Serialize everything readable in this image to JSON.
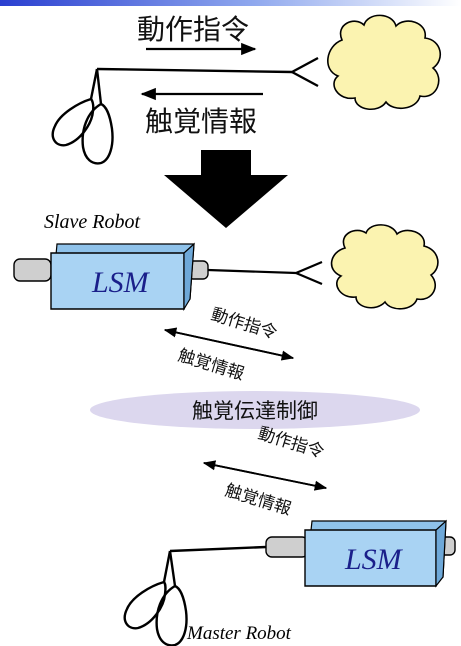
{
  "top": {
    "motion_command": "動作指令",
    "haptic_info": "触覚情報"
  },
  "slave": {
    "caption": "Slave Robot",
    "actuator_label": "LSM",
    "motion_command": "動作指令",
    "haptic_info": "触覚情報"
  },
  "center": {
    "label": "触覚伝達制御"
  },
  "master": {
    "caption": "Master Robot",
    "actuator_label": "LSM",
    "motion_command": "動作指令",
    "haptic_info": "触覚情報"
  },
  "colors": {
    "actuator_fill": "#a9d3f3",
    "cloud_fill": "#fbf3b0",
    "ellipse_fill": "#dcd7ee",
    "accent_bar": "#2a3fd0"
  }
}
